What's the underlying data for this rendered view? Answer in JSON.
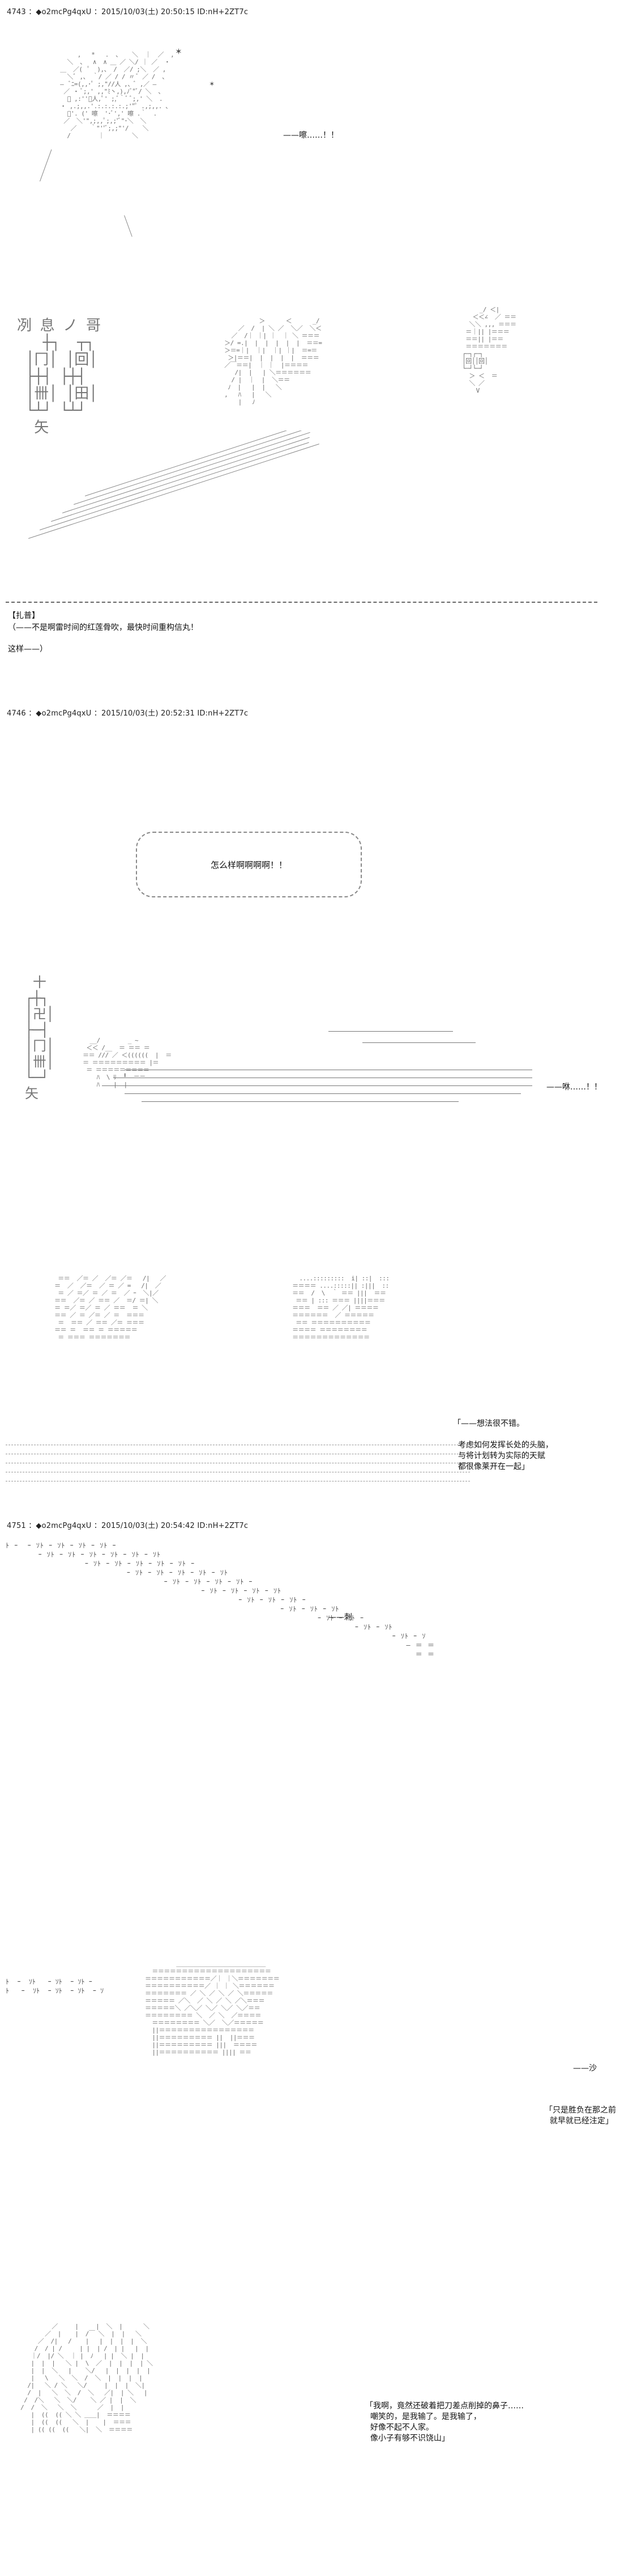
{
  "posts": [
    {
      "header": "4743 ：◆o2mcPg4qxU ：2015/10/03(土) 20:50:15 ID:nH+2ZT7c"
    },
    {
      "header": "4746 ：◆o2mcPg4qxU ：2015/10/03(土) 20:52:31 ID:nH+2ZT7c"
    },
    {
      "header": "4751 ：◆o2mcPg4qxU ：2015/10/03(土) 20:54:42 ID:nH+2ZT7c"
    }
  ],
  "panel1": {
    "sfx": "——嚓……！！"
  },
  "panel2": {
    "speaker": "【扎普】",
    "line1": "（——不是啊雷时间的红莲骨吹，最快时间重构信丸！",
    "line2": "这样——）"
  },
  "panel3": {
    "bubble": "怎么样啊啊啊啊！！"
  },
  "panel4": {
    "sfx": "——咻……！！"
  },
  "panel5": {
    "speech": "「——想法很不错。\n\n  考虑如何发挥长处的头脑，\n  与将计划转为实际的天赋\n  都很像莱开在一起」"
  },
  "panel6": {
    "sfx": "——刺"
  },
  "panel7": {
    "sfx": "——沙",
    "speech": "「只是胜负在那之前\n  就早就已经注定」"
  },
  "panel8": {
    "speech": "「我啊，竟然还破着把刀差点削掉的鼻子……\n  嘲笑的，是我输了。是我输了，\n  好像不起不人家。\n  像小子有够不识饶山」"
  }
}
